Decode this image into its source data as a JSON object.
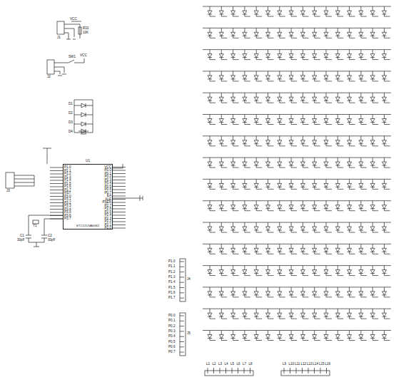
{
  "diagram": {
    "nodes": [
      {
        "text": [
          "U1",
          "STC12C5A60S2"
        ]
      }
    ],
    "labels": [
      "VCC",
      "R10",
      "10K",
      "J1",
      "SW1",
      "VCC",
      "J2",
      "D1",
      "D2",
      "D3",
      "D4",
      "P1.0",
      "P1.1",
      "P1.2",
      "P1.3",
      "P1.4",
      "P1.5",
      "P1.6",
      "P1.7",
      "RST",
      "P3.0",
      "P3.1",
      "P3.2",
      "P3.3",
      "P3.4",
      "P3.5",
      "P3.6",
      "P3.7",
      "VCC",
      "P0.0",
      "P0.1",
      "P0.2",
      "P0.3",
      "P0.4",
      "P0.5",
      "P0.6",
      "P0.7",
      "EA",
      "ALE",
      "PSEN",
      "P2.7",
      "P2.6",
      "P2.5",
      "P2.4",
      "P2.3",
      "P2.2",
      "P2.1",
      "P2.0",
      "Y1",
      "C1",
      "30pF",
      "C2",
      "30pF",
      "J3",
      "P1.0",
      "P1.1",
      "P1.2",
      "P1.3",
      "P1.4",
      "P1.5",
      "P1.6",
      "P1.7",
      "J4",
      "P0.0",
      "P0.1",
      "P0.2",
      "P0.3",
      "P0.4",
      "P0.5",
      "P0.6",
      "P0.7",
      "J5",
      "L1",
      "L2",
      "L3",
      "L4",
      "L5",
      "L6",
      "L7",
      "L8",
      "L9",
      "L10",
      "L11",
      "L12",
      "L13",
      "L14",
      "L15",
      "L16"
    ]
  }
}
